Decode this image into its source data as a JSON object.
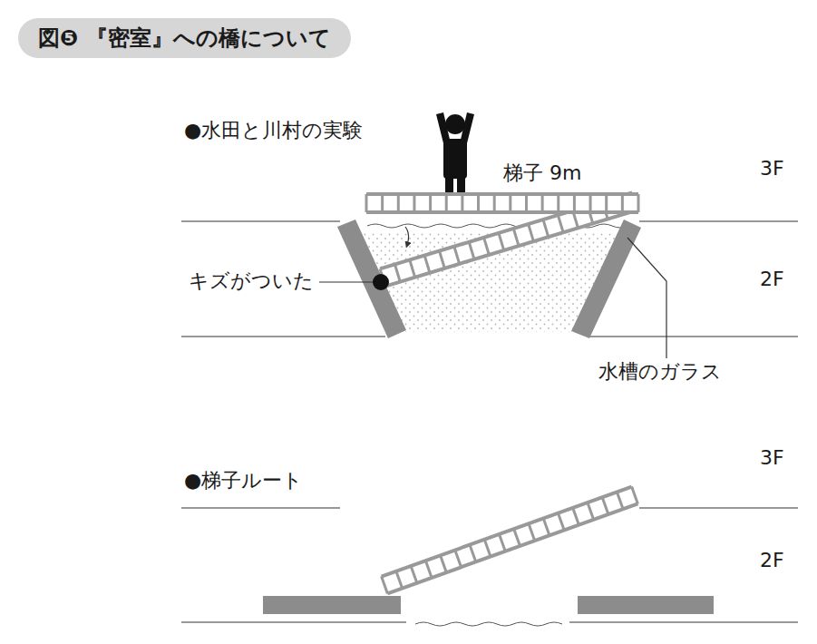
{
  "diagram": {
    "title": "図❺ 『密室』への橋について",
    "labels": [
      "●水田と川村の実験",
      "梯子 9m",
      "3F",
      "2F",
      "キズがついた",
      "水槽のガラス",
      "●梯子ルート",
      "3F",
      "2F"
    ]
  }
}
